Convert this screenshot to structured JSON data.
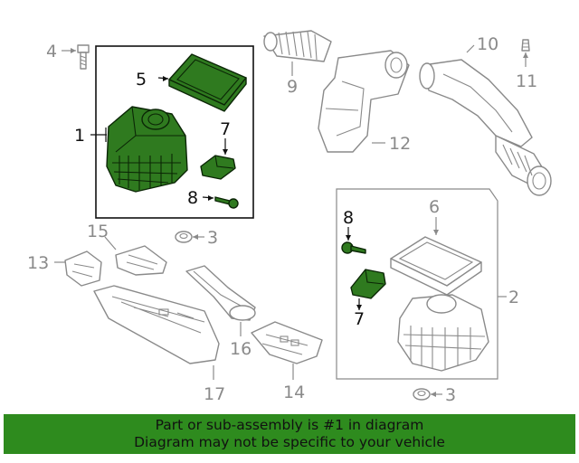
{
  "diagram": {
    "callouts": {
      "c1": "1",
      "c2": "2",
      "c3a": "3",
      "c3b": "3",
      "c4": "4",
      "c5": "5",
      "c6": "6",
      "c7a": "7",
      "c7b": "7",
      "c8a": "8",
      "c8b": "8",
      "c9": "9",
      "c10": "10",
      "c11": "11",
      "c12": "12",
      "c13": "13",
      "c14": "14",
      "c15": "15",
      "c16": "16",
      "c17": "17"
    },
    "colors": {
      "highlight": "#2f7a1f",
      "banner": "#2e8b1e",
      "grey_line": "#8a8a8a"
    }
  },
  "banner": {
    "line1": "Part or sub-assembly is #1 in diagram",
    "line2": "Diagram may not be specific to your vehicle"
  }
}
